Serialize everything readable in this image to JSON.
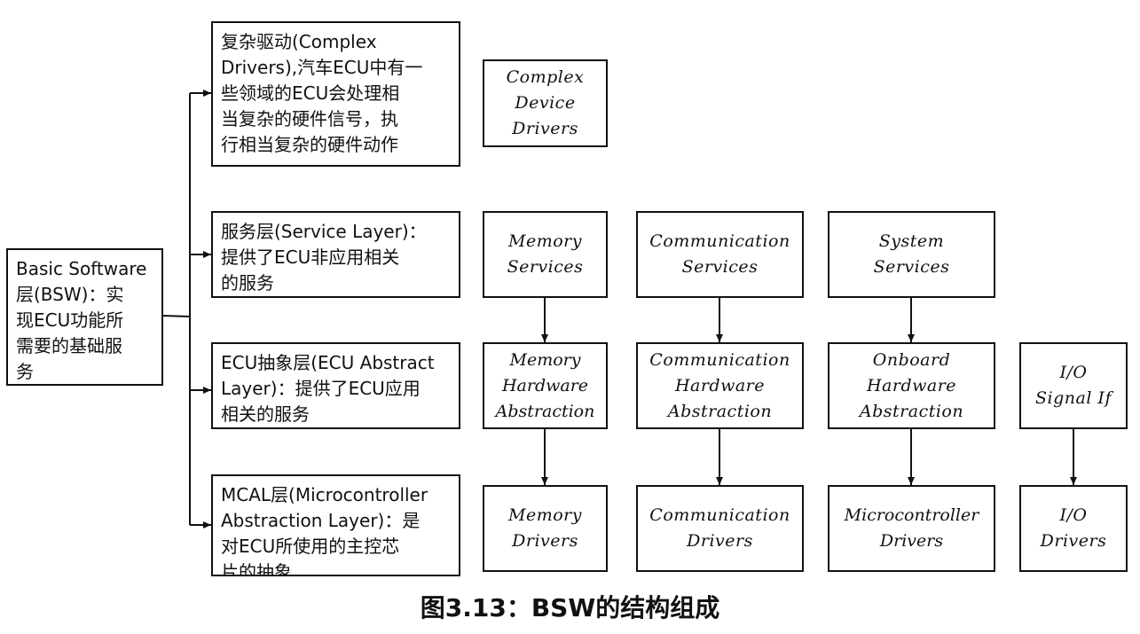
{
  "root": {
    "text": "Basic Software\n层(BSW)：实\n现ECU功能所\n需要的基础服\n务"
  },
  "layers": [
    {
      "id": "complex",
      "text": "复杂驱动(Complex\nDrivers),汽车ECU中有一\n些领域的ECU会处理相\n当复杂的硬件信号，执\n行相当复杂的硬件动作"
    },
    {
      "id": "service",
      "text": "服务层(Service Layer)：\n提供了ECU非应用相关\n的服务"
    },
    {
      "id": "ecu_abstraction",
      "text": "ECU抽象层(ECU Abstract\nLayer)：提供了ECU应用\n相关的服务"
    },
    {
      "id": "mcal",
      "text": "MCAL层(Microcontroller\nAbstraction Layer)：是\n对ECU所使用的主控芯\n片的抽象"
    }
  ],
  "modules": {
    "complex_device_drivers": "Complex\nDevice\nDrivers",
    "memory_services": "Memory\nServices",
    "communication_services": "Communication\nServices",
    "system_services": "System\nServices",
    "memory_hardware_abstraction": "Memory\nHardware\nAbstraction",
    "communication_hardware_abstraction": "Communication\nHardware\nAbstraction",
    "onboard_hardware_abstraction": "Onboard\nHardware\nAbstraction",
    "io_signal_if": "I/O\nSignal If",
    "memory_drivers": "Memory\nDrivers",
    "communication_drivers": "Communication\nDrivers",
    "microcontroller_drivers": "Microcontroller\nDrivers",
    "io_drivers": "I/O\nDrivers"
  },
  "caption": "图3.13：BSW的结构组成"
}
